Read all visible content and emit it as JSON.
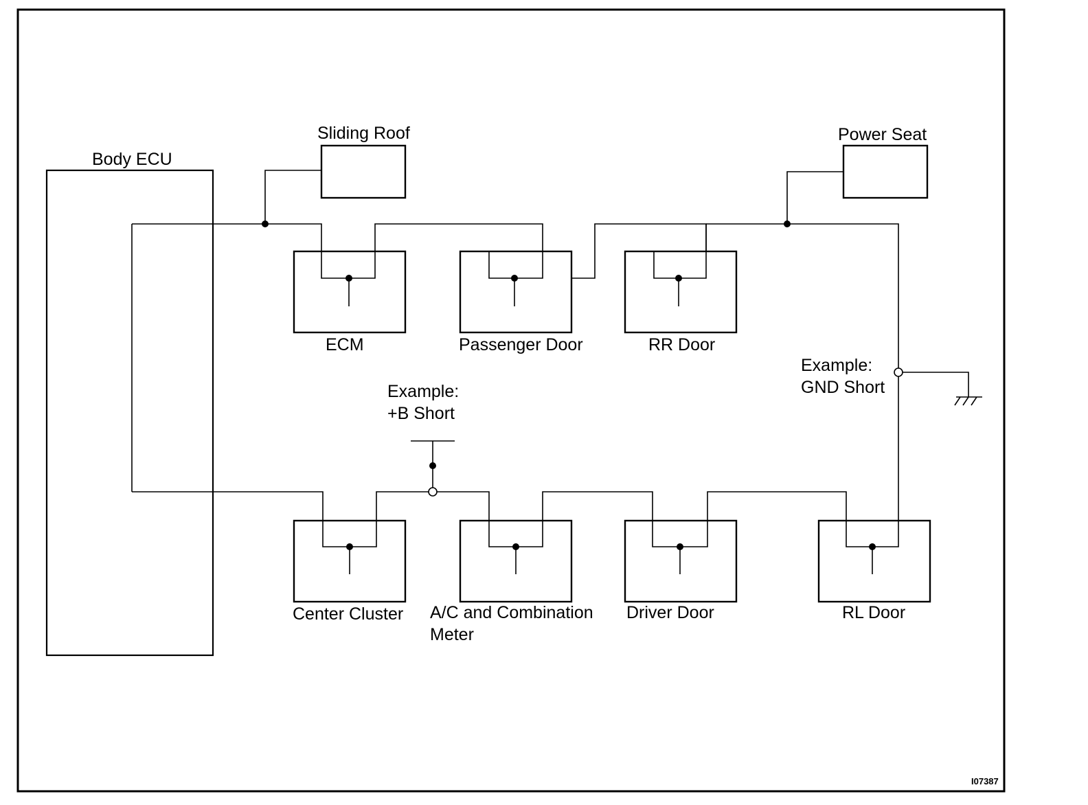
{
  "diagram": {
    "code": "I07387",
    "body_ecu": "Body ECU",
    "sliding_roof": "Sliding Roof",
    "power_seat": "Power Seat",
    "upper_nodes": [
      {
        "id": "ecm",
        "label": "ECM"
      },
      {
        "id": "passenger-door",
        "label": "Passenger Door"
      },
      {
        "id": "rr-door",
        "label": "RR Door"
      }
    ],
    "lower_nodes": [
      {
        "id": "center-cluster",
        "label": "Center Cluster"
      },
      {
        "id": "ac-combination-meter",
        "label": "A/C and Combination",
        "label2": "Meter"
      },
      {
        "id": "driver-door",
        "label": "Driver Door"
      },
      {
        "id": "rl-door",
        "label": "RL Door"
      }
    ],
    "b_short": {
      "line1": "Example:",
      "line2": "+B Short"
    },
    "gnd_short": {
      "line1": "Example:",
      "line2": "GND Short"
    }
  }
}
